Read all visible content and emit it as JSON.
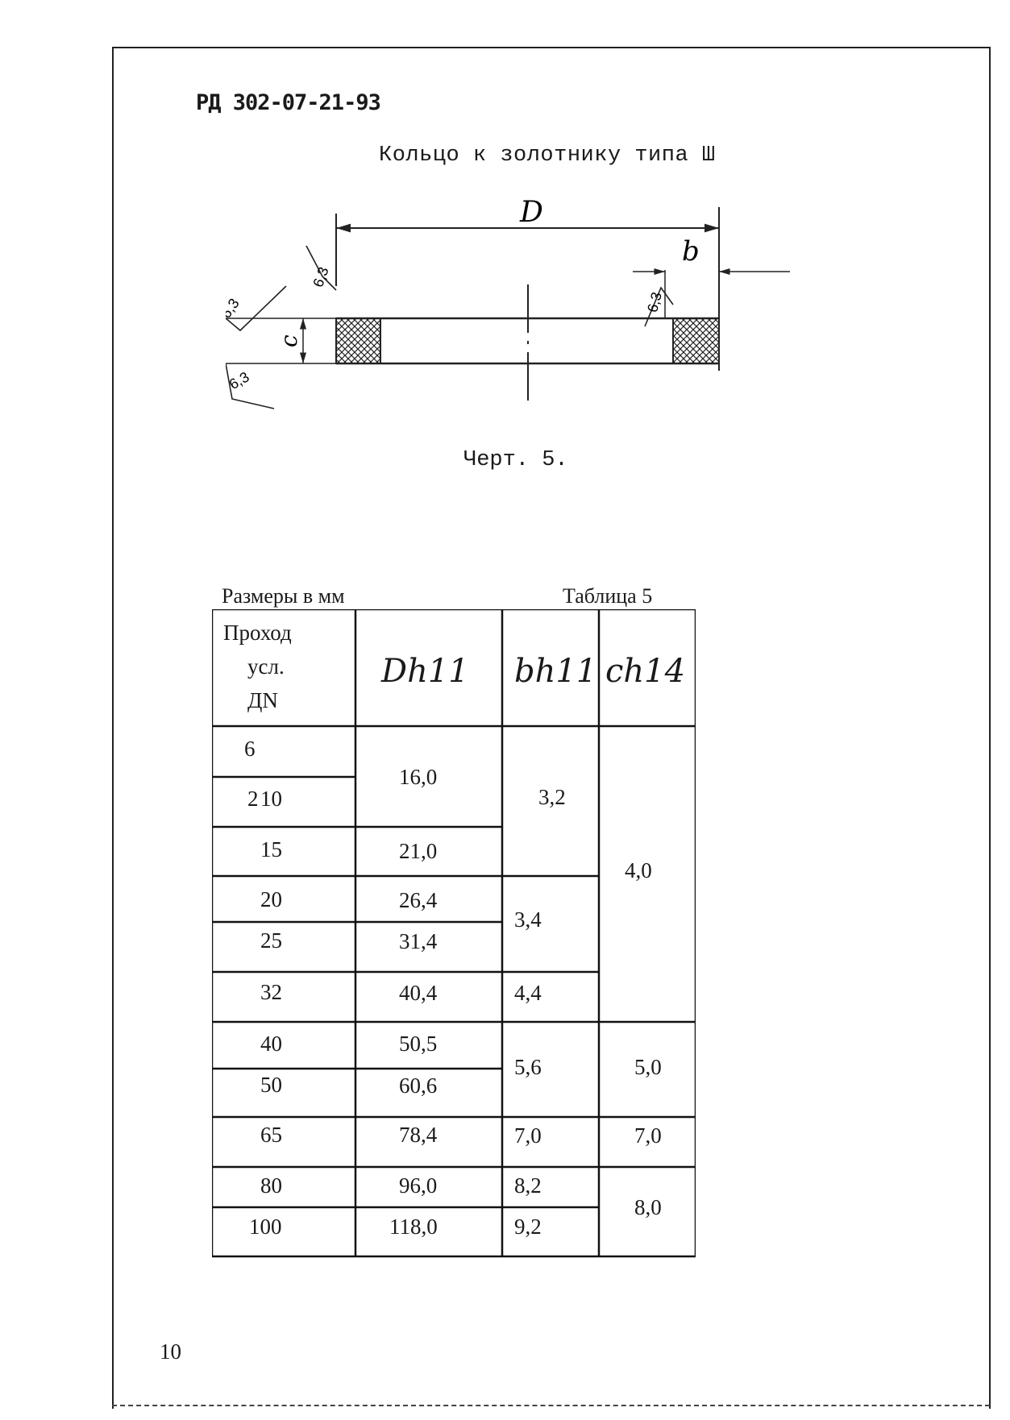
{
  "doc_code": "РД 302-07-21-93",
  "figure": {
    "title": "Кольцо к золотнику типа Ш",
    "caption": "Черт. 5.",
    "labels": {
      "D": "D",
      "b": "b",
      "c": "c",
      "roughness": "6,3"
    }
  },
  "table": {
    "units": "Размеры в мм",
    "number": "Таблица 5",
    "headers": {
      "dn_line1": "Проход",
      "dn_line2": "усл.",
      "dn_line3": "ДN",
      "D": "Dh11",
      "b": "bh11",
      "c": "ch14"
    },
    "dn": [
      "6",
      "10",
      "15",
      "20",
      "25",
      "32",
      "40",
      "50",
      "65",
      "80",
      "100"
    ],
    "dn_prefix_mark": "2",
    "D_values": [
      "16,0",
      "21,0",
      "26,4",
      "31,4",
      "40,4",
      "50,5",
      "60,6",
      "78,4",
      "96,0",
      "118,0"
    ],
    "b_values": [
      "3,2",
      "3,4",
      "4,4",
      "5,6",
      "7,0",
      "8,2",
      "9,2"
    ],
    "c_values": [
      "4,0",
      "5,0",
      "7,0",
      "8,0"
    ]
  },
  "page_number": "10"
}
